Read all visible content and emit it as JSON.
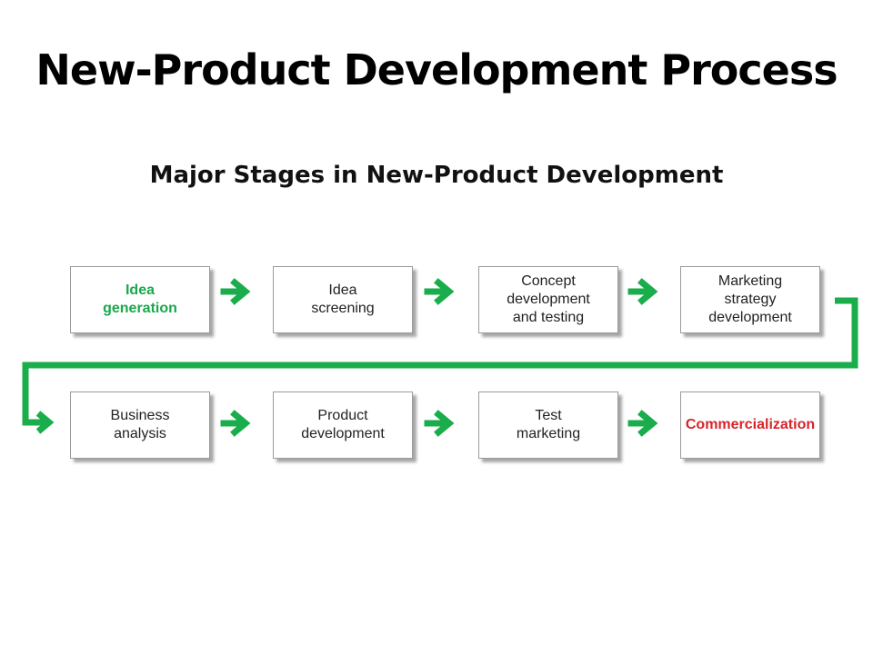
{
  "slide": {
    "title": "New-Product Development Process",
    "subtitle": "Major Stages in New-Product Development"
  },
  "stages": [
    {
      "label": "Idea\ngeneration",
      "highlight": "green"
    },
    {
      "label": "Idea\nscreening",
      "highlight": "none"
    },
    {
      "label": "Concept\ndevelopment\nand testing",
      "highlight": "none"
    },
    {
      "label": "Marketing\nstrategy\ndevelopment",
      "highlight": "none"
    },
    {
      "label": "Business\nanalysis",
      "highlight": "none"
    },
    {
      "label": "Product\ndevelopment",
      "highlight": "none"
    },
    {
      "label": "Test\nmarketing",
      "highlight": "none"
    },
    {
      "label": "Commercialization",
      "highlight": "red"
    }
  ],
  "colors": {
    "arrow": "#1aad4b",
    "highlight_green": "#19a84b",
    "highlight_red": "#d8232a"
  }
}
